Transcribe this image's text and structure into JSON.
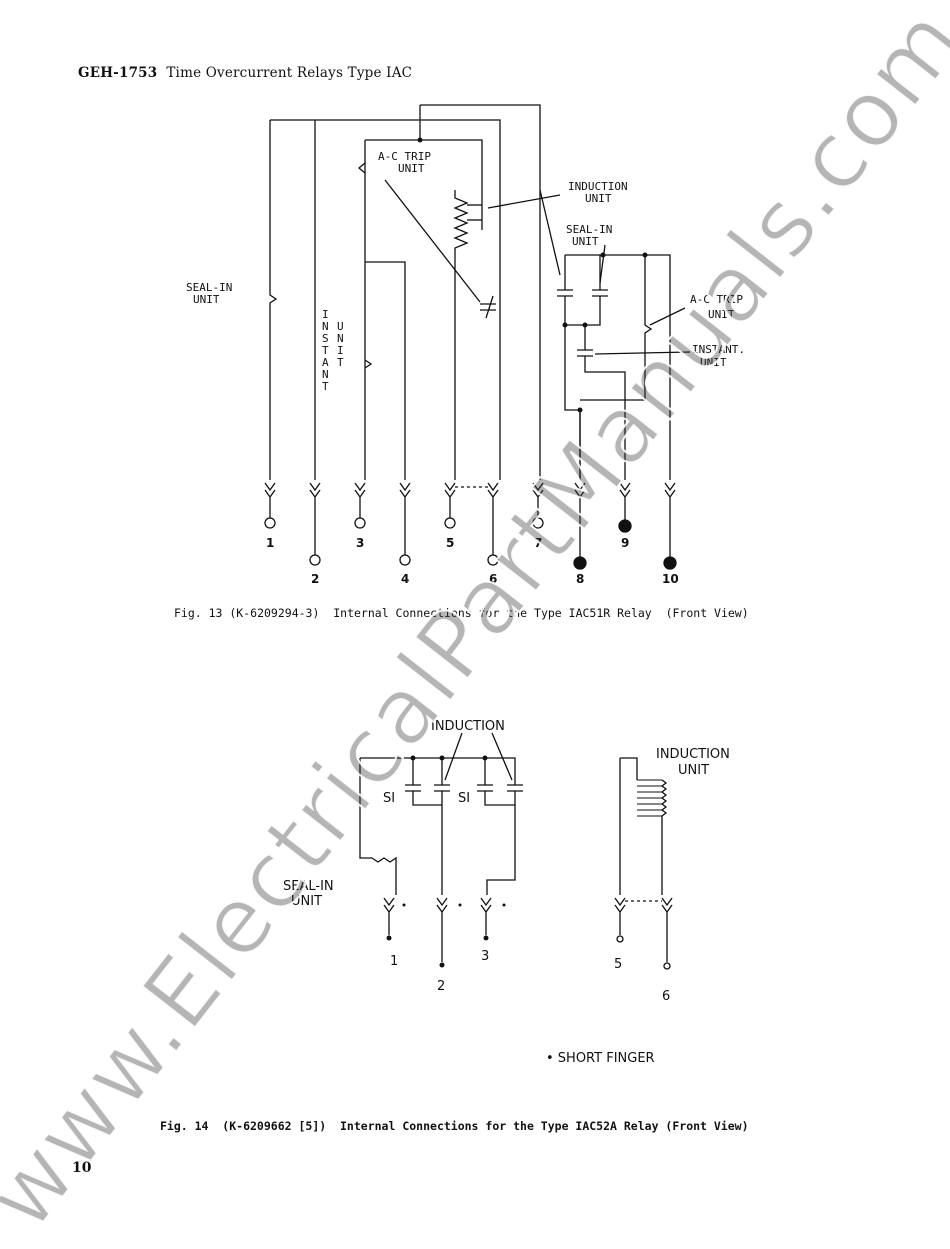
{
  "header": {
    "code": "GEH-1753",
    "title": "Time Overcurrent Relays Type IAC"
  },
  "fig13": {
    "caption": "Fig. 13 (K-6209294-3)  Internal Connections for the Type IAC51R Relay  (Front View)",
    "labels": {
      "seal_in_left_1": "SEAL-IN",
      "seal_in_left_2": "UNIT",
      "instant_unit_v": [
        "I",
        "N",
        "S",
        "T",
        "A",
        "N",
        "T"
      ],
      "instant_unit_v2": [
        "U",
        "N",
        "I",
        "T"
      ],
      "ac_trip_1": "A-C TRIP",
      "ac_trip_2": "UNIT",
      "induction_1": "INDUCTION",
      "induction_2": "UNIT",
      "seal_in_right_1": "SEAL-IN",
      "seal_in_right_2": "UNIT",
      "ac_trip_r_1": "A-C TRIP",
      "ac_trip_r_2": "UNIT",
      "instant_r_1": "INSTANT.",
      "instant_r_2": "UNIT"
    },
    "terminals": [
      "1",
      "2",
      "3",
      "4",
      "5",
      "6",
      "7",
      "8",
      "9",
      "10"
    ]
  },
  "fig14": {
    "caption": "Fig. 14  (K-6209662 [5])  Internal Connections for the Type IAC52A Relay (Front View)",
    "labels": {
      "induction": "INDUCTION",
      "si_1": "SI",
      "si_2": "SI",
      "seal_in_1": "SEAL-IN",
      "seal_in_2": "UNIT",
      "induction_unit_1": "INDUCTION",
      "induction_unit_2": "UNIT",
      "short_finger": "•  SHORT FINGER"
    },
    "terminals": [
      "1",
      "2",
      "3",
      "5",
      "6"
    ]
  },
  "page_number": "10",
  "watermark": "www.ElectricalPartManuals.com"
}
